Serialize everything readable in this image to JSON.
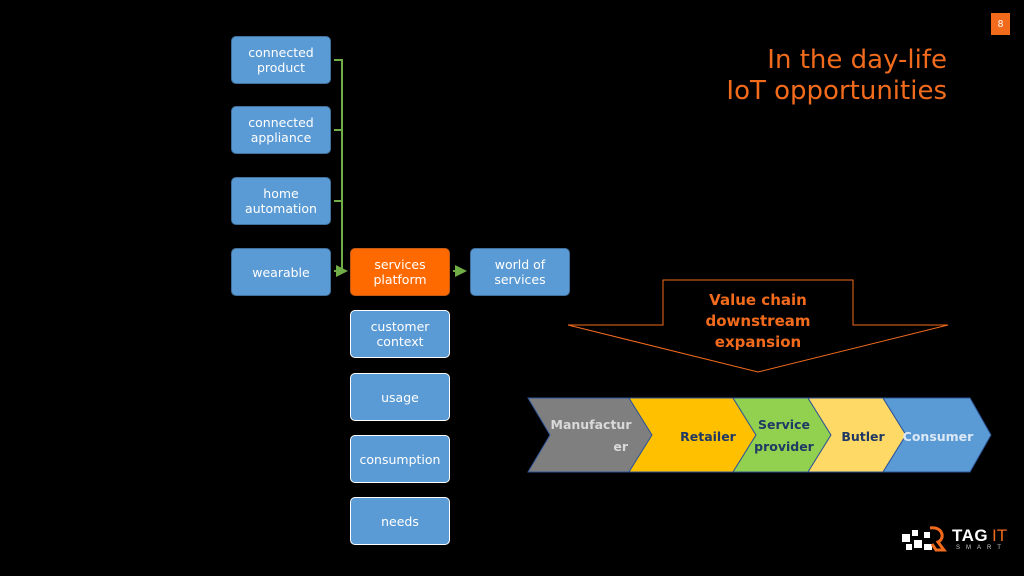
{
  "page_number": "8",
  "title": {
    "line1": "In the day-life",
    "line2": "IoT opportunities"
  },
  "left_boxes": [
    {
      "line1": "connected",
      "line2": "product"
    },
    {
      "line1": "connected",
      "line2": "appliance"
    },
    {
      "line1": "home",
      "line2": "automation"
    },
    {
      "line1": "wearable",
      "line2": ""
    }
  ],
  "platform": {
    "line1": "services",
    "line2": "platform"
  },
  "world": {
    "line1": "world of",
    "line2": "services"
  },
  "bottom_boxes": [
    {
      "line1": "customer",
      "line2": "context"
    },
    {
      "line1": "usage",
      "line2": ""
    },
    {
      "line1": "consumption",
      "line2": ""
    },
    {
      "line1": "needs",
      "line2": ""
    }
  ],
  "value_chain_arrow": {
    "line1": "Value chain",
    "line2": "downstream",
    "line3": "expansion"
  },
  "chain": [
    {
      "line1": "Manufactur",
      "line2": "er",
      "color": "#7f7f7f"
    },
    {
      "line1": "Retailer",
      "line2": "",
      "color": "#ffc000"
    },
    {
      "line1": "Service",
      "line2": "provider",
      "color": "#92d050"
    },
    {
      "line1": "Butler",
      "line2": "",
      "color": "#ffd966"
    },
    {
      "line1": "Consumer",
      "line2": "",
      "color": "#5b9bd5"
    }
  ],
  "colors": {
    "accent": "#f26b1d",
    "box_blue": "#5b9bd5",
    "box_orange": "#ff6a00",
    "connector_green": "#70ad47"
  },
  "logo": {
    "tag": "TAG",
    "it": "IT",
    "smart": "SMART"
  }
}
